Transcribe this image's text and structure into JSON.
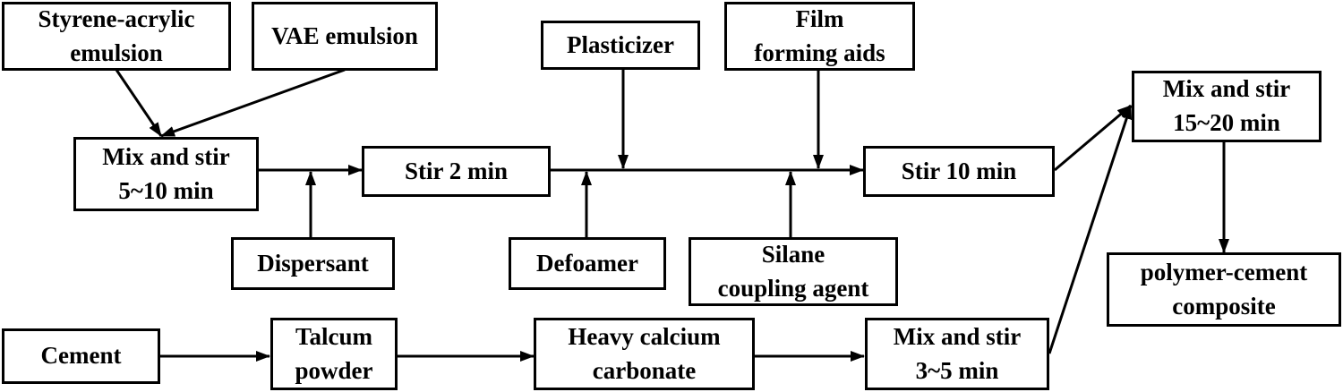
{
  "nodes": {
    "styrene_acrylic": "Styrene-acrylic\nemulsion",
    "vae": "VAE emulsion",
    "mix1": "Mix and stir\n5~10 min",
    "dispersant": "Dispersant",
    "stir2": "Stir 2 min",
    "plasticizer": "Plasticizer",
    "defoamer": "Defoamer",
    "film_aids": "Film\nforming aids",
    "silane": "Silane\ncoupling agent",
    "stir10": "Stir 10 min",
    "mix_final": "Mix and stir\n15~20 min",
    "composite": "polymer-cement\ncomposite",
    "cement": "Cement",
    "talcum": "Talcum\npowder",
    "heavy_calcium": "Heavy calcium\ncarbonate",
    "mix2": "Mix and stir\n3~5 min"
  }
}
